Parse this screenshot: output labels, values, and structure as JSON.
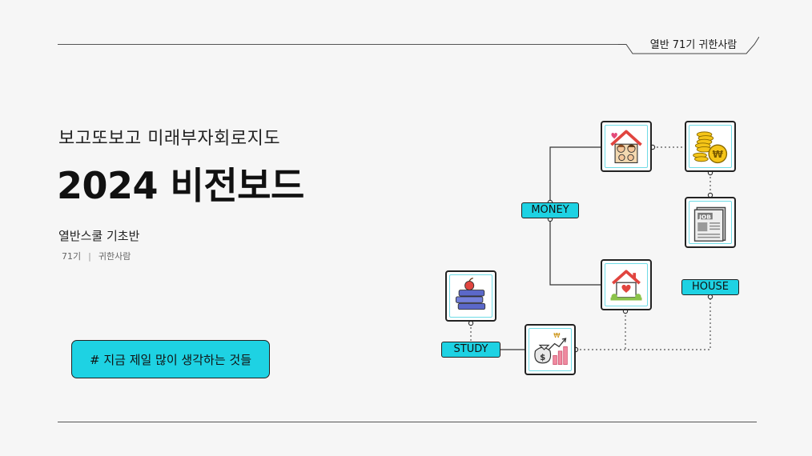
{
  "header": {
    "tag": "열반 71기 귀한사람"
  },
  "hero": {
    "subtitle": "보고또보고 미래부자회로지도",
    "title": "2024 비전보드",
    "school": "열반스쿨 기초반",
    "class_number": "71기",
    "author": "귀한사람"
  },
  "note": {
    "label": "# 지금 제일 많이 생각하는 것들"
  },
  "map": {
    "labels": {
      "money": "MONEY",
      "house": "HOUSE",
      "study": "STUDY"
    },
    "icons": [
      "family-house-icon",
      "coins-won-icon",
      "job-newspaper-icon",
      "heart-house-icon",
      "books-apple-icon",
      "money-growth-icon"
    ],
    "job_text": "JOB",
    "won_symbol": "₩",
    "dollar_symbol": "$"
  },
  "colors": {
    "accent": "#1ed2e3",
    "card_border": "#222222",
    "card_inner_border": "#6fdbe6",
    "rule": "#555555"
  }
}
